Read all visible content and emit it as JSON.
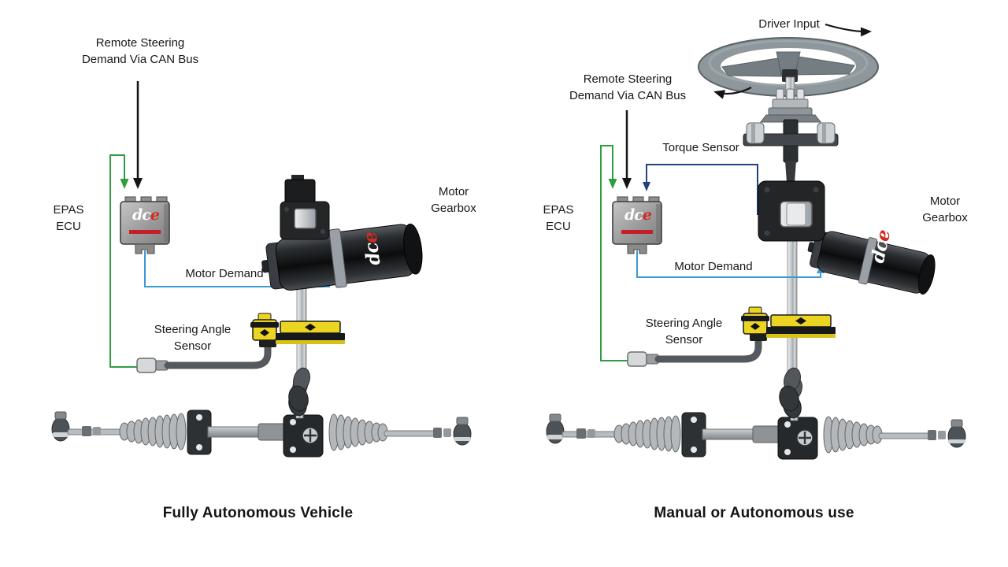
{
  "colors": {
    "can_bus_arrow": "#141414",
    "sensor_feedback_green": "#2f9e41",
    "motor_demand_blue": "#3a9ad2",
    "torque_sensor_navy": "#24407e",
    "sensor_yellow": "#ecd422",
    "brand_red": "#c22026",
    "metal_gray": "#9aa0a4",
    "background": "#ffffff"
  },
  "left": {
    "caption": "Fully Autonomous Vehicle",
    "remote_demand_line1": "Remote Steering",
    "remote_demand_line2": "Demand Via CAN Bus",
    "epas_line1": "EPAS",
    "epas_line2": "ECU",
    "motor_gearbox_line1": "Motor",
    "motor_gearbox_line2": "Gearbox",
    "motor_demand": "Motor Demand",
    "sas_line1": "Steering Angle",
    "sas_line2": "Sensor",
    "ecu_logo_dc": "dc",
    "ecu_logo_e": "e",
    "motor_logo_dc": "dc",
    "motor_logo_e": "e"
  },
  "right": {
    "caption": "Manual or Autonomous use",
    "driver_input": "Driver Input",
    "torque_sensor": "Torque Sensor",
    "remote_demand_line1": "Remote Steering",
    "remote_demand_line2": "Demand Via CAN Bus",
    "epas_line1": "EPAS",
    "epas_line2": "ECU",
    "motor_gearbox_line1": "Motor",
    "motor_gearbox_line2": "Gearbox",
    "motor_demand": "Motor Demand",
    "sas_line1": "Steering Angle",
    "sas_line2": "Sensor",
    "ecu_logo_dc": "dc",
    "ecu_logo_e": "e",
    "motor_logo_dc": "dc",
    "motor_logo_e": "e"
  }
}
